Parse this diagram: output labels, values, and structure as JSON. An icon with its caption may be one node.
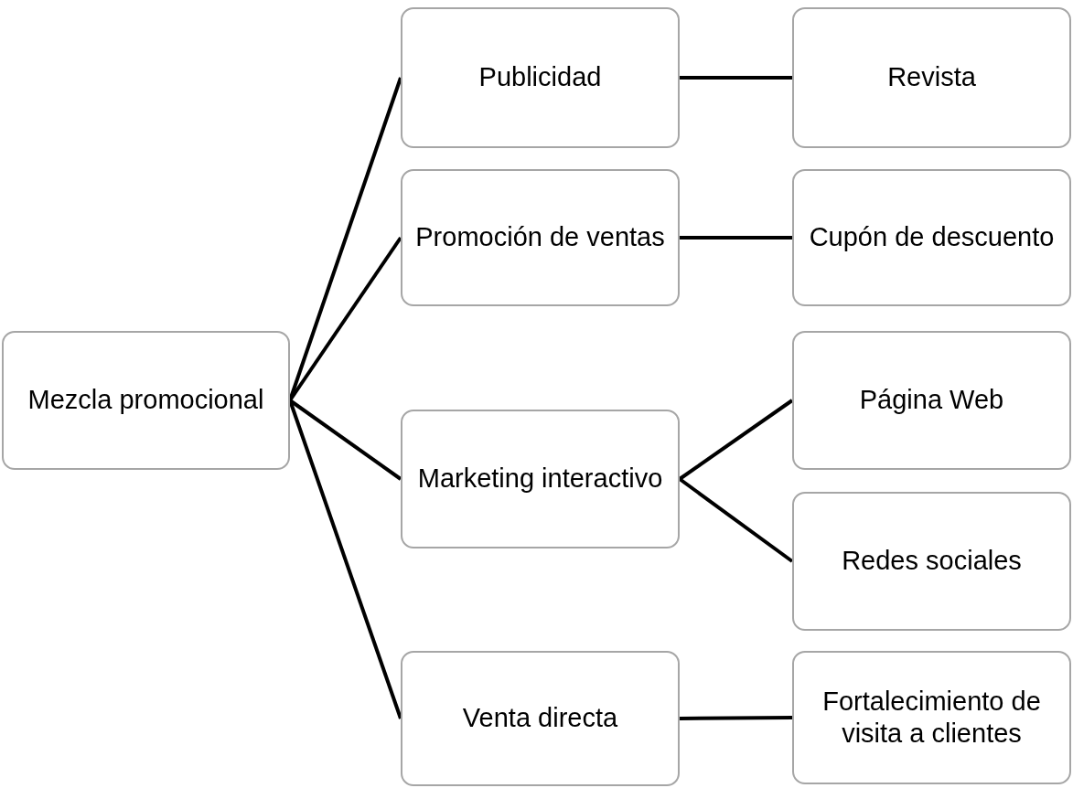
{
  "diagram": {
    "nodes": [
      {
        "text": [
          "Mezcla promocional"
        ]
      },
      {
        "text": [
          "Publicidad"
        ]
      },
      {
        "text": [
          "Promoción de ventas"
        ]
      },
      {
        "text": [
          "Marketing interactivo"
        ]
      },
      {
        "text": [
          "Venta directa"
        ]
      },
      {
        "text": [
          "Revista"
        ]
      },
      {
        "text": [
          "Cupón de descuento"
        ]
      },
      {
        "text": [
          "Página Web"
        ]
      },
      {
        "text": [
          "Redes sociales"
        ]
      },
      {
        "text": [
          "Fortalecimiento de visita a clientes"
        ]
      }
    ],
    "edges": [
      {
        "from": 0,
        "to": 1,
        "arrow": "none"
      },
      {
        "from": 0,
        "to": 2,
        "arrow": "none"
      },
      {
        "from": 0,
        "to": 3,
        "arrow": "none"
      },
      {
        "from": 0,
        "to": 4,
        "arrow": "none"
      },
      {
        "from": 1,
        "to": 5,
        "arrow": "none"
      },
      {
        "from": 2,
        "to": 6,
        "arrow": "none"
      },
      {
        "from": 3,
        "to": 7,
        "arrow": "none"
      },
      {
        "from": 3,
        "to": 8,
        "arrow": "none"
      },
      {
        "from": 4,
        "to": 9,
        "arrow": "none"
      }
    ]
  }
}
